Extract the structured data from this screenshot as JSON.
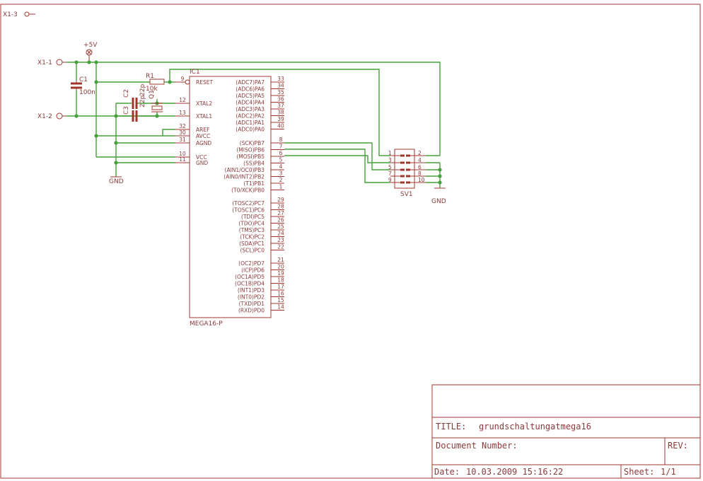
{
  "connectors": {
    "x1_3": "X1-3",
    "x1_1": "X1-1",
    "x1_2": "X1-2"
  },
  "supply": {
    "vcc": "+5V",
    "gnd1": "GND",
    "gnd2": "GND"
  },
  "parts": {
    "c1_name": "C1",
    "c1_value": "100n",
    "r1_name": "R1",
    "r1_value": "10k",
    "c2_name": "C2",
    "c2_value": "22p",
    "c3_name": "C3",
    "c3_value": "22p",
    "q1_name": "Q1",
    "ic1_name": "IC1",
    "ic1_value": "MEGA16-P",
    "sv1_name": "SV1"
  },
  "ic_left_pins": [
    {
      "name": "RESET",
      "num": "9"
    },
    {
      "name": "XTAL2",
      "num": "12"
    },
    {
      "name": "XTAL1",
      "num": "13"
    },
    {
      "name": "AREF",
      "num": "32"
    },
    {
      "name": "AVCC",
      "num": "30"
    },
    {
      "name": "AGND",
      "num": "31"
    },
    {
      "name": "VCC",
      "num": "10"
    },
    {
      "name": "GND",
      "num": "11"
    }
  ],
  "ic_right_pins": [
    {
      "name": "(ADC7)PA7",
      "num": "33"
    },
    {
      "name": "(ADC6)PA6",
      "num": "34"
    },
    {
      "name": "(ADC5)PA5",
      "num": "35"
    },
    {
      "name": "(ADC4)PA4",
      "num": "36"
    },
    {
      "name": "(ADC3)PA3",
      "num": "37"
    },
    {
      "name": "(ADC2)PA2",
      "num": "38"
    },
    {
      "name": "(ADC1)PA1",
      "num": "39"
    },
    {
      "name": "(ADC0)PA0",
      "num": "40"
    },
    {
      "name": "(SCK)PB7",
      "num": "8"
    },
    {
      "name": "(MISO)PB6",
      "num": "7"
    },
    {
      "name": "(MOSI)PB5",
      "num": "6"
    },
    {
      "name": "(SS)PB4",
      "num": "5"
    },
    {
      "name": "(AIN1/OC0)PB3",
      "num": "4"
    },
    {
      "name": "(AIN0/INT2)PB2",
      "num": "3"
    },
    {
      "name": "(T1)PB1",
      "num": "2"
    },
    {
      "name": "(T0/XCK)PB0",
      "num": "1"
    },
    {
      "name": "(TOSC2)PC7",
      "num": "29"
    },
    {
      "name": "(TOSC1)PC6",
      "num": "28"
    },
    {
      "name": "(TDI)PC5",
      "num": "27"
    },
    {
      "name": "(TDO)PC4",
      "num": "26"
    },
    {
      "name": "(TMS)PC3",
      "num": "25"
    },
    {
      "name": "(TCK)PC2",
      "num": "24"
    },
    {
      "name": "(SDA)PC1",
      "num": "23"
    },
    {
      "name": "(SCL)PC0",
      "num": "22"
    },
    {
      "name": "(OC2)PD7",
      "num": "21"
    },
    {
      "name": "(ICP)PD6",
      "num": "20"
    },
    {
      "name": "(OC1A)PD5",
      "num": "19"
    },
    {
      "name": "(OC1B)PD4",
      "num": "18"
    },
    {
      "name": "(INT1)PD3",
      "num": "17"
    },
    {
      "name": "(INT0)PD2",
      "num": "16"
    },
    {
      "name": "(TXD)PD1",
      "num": "15"
    },
    {
      "name": "(RXD)PD0",
      "num": "14"
    }
  ],
  "sv1_pins_left": [
    "1",
    "3",
    "5",
    "7",
    "9"
  ],
  "sv1_pins_right": [
    "2",
    "4",
    "6",
    "8",
    "10"
  ],
  "title_block": {
    "title_label": "TITLE:",
    "title_value": "grundschaltungatmega16",
    "docnum_label": "Document Number:",
    "rev_label": "REV:",
    "date_label": "Date:",
    "date_value": "10.03.2009 15:16:22",
    "sheet_label": "Sheet:",
    "sheet_value": "1/1"
  },
  "colors": {
    "symbol": "#a0352c",
    "wire": "#46a03c",
    "frame": "#a0352c"
  }
}
